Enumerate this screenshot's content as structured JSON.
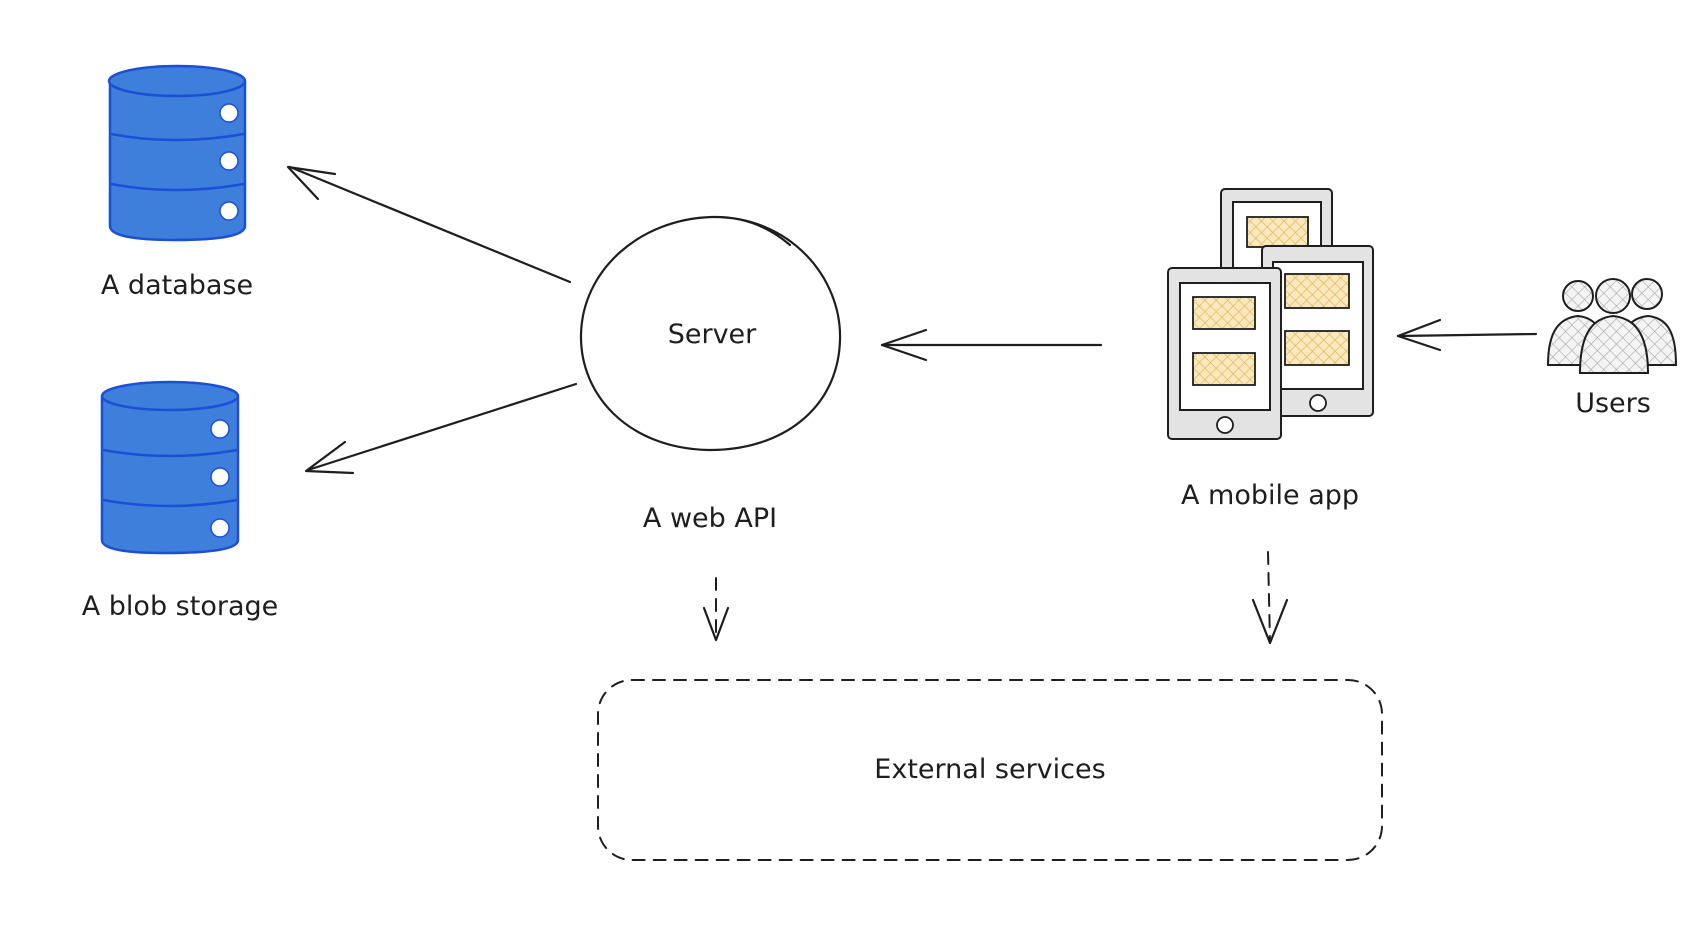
{
  "nodes": {
    "database": {
      "label": "A database",
      "icon": "database-icon",
      "color": "#3d7fdb"
    },
    "blob_storage": {
      "label": "A blob storage",
      "icon": "database-icon",
      "color": "#3d7fdb"
    },
    "server": {
      "label": "Server",
      "caption": "A web API"
    },
    "mobile_app": {
      "label": "A mobile app",
      "icon": "mobile-devices-icon",
      "card_color": "#f6d58a"
    },
    "users": {
      "label": "Users",
      "icon": "users-icon"
    },
    "external_services": {
      "label": "External services"
    }
  },
  "edges": [
    {
      "from": "server",
      "to": "database",
      "style": "solid"
    },
    {
      "from": "server",
      "to": "blob_storage",
      "style": "solid"
    },
    {
      "from": "mobile_app",
      "to": "server",
      "style": "solid"
    },
    {
      "from": "users",
      "to": "mobile_app",
      "style": "solid"
    },
    {
      "from": "server",
      "to": "external_services",
      "style": "dashed"
    },
    {
      "from": "mobile_app",
      "to": "external_services",
      "style": "dashed"
    }
  ]
}
